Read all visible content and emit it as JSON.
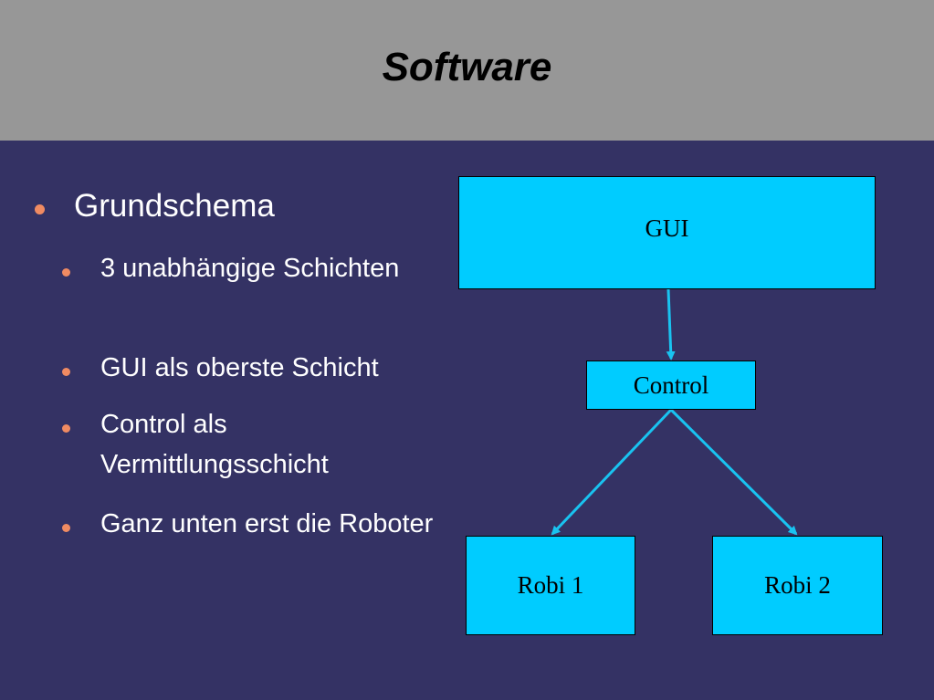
{
  "slide": {
    "title": "Software"
  },
  "bullets": {
    "main": "Grundschema",
    "items": [
      "3 unabhängige Schichten",
      "GUI als oberste Schicht",
      "Control als Vermittlungsschicht",
      "Ganz unten erst die Roboter"
    ]
  },
  "diagram": {
    "gui": "GUI",
    "control": "Control",
    "robi1": "Robi 1",
    "robi2": "Robi 2"
  },
  "colors": {
    "background": "#343264",
    "title_bar": "#979797",
    "box_fill": "#00ccff",
    "arrow": "#19c3f0",
    "bullet": "#f08b62"
  }
}
